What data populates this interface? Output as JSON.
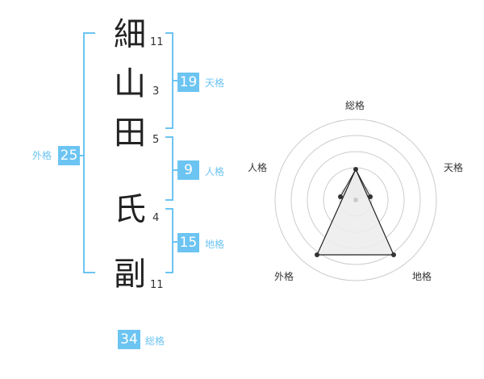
{
  "name": {
    "characters": [
      {
        "char": "細",
        "strokes": "11"
      },
      {
        "char": "山",
        "strokes": "3"
      },
      {
        "char": "田",
        "strokes": "5"
      },
      {
        "char": "氏",
        "strokes": "4"
      },
      {
        "char": "副",
        "strokes": "11"
      }
    ]
  },
  "fortune": {
    "tenkaku": {
      "value": "19",
      "label": "天格"
    },
    "jinkaku": {
      "value": "9",
      "label": "人格"
    },
    "chikaku": {
      "value": "15",
      "label": "地格"
    },
    "gaikaku": {
      "value": "25",
      "label": "外格"
    },
    "soukaku": {
      "value": "34",
      "label": "総格"
    }
  },
  "radar": {
    "labels": {
      "soukaku": "総格",
      "tenkaku": "天格",
      "chikaku": "地格",
      "gaikaku": "外格",
      "jinkaku": "人格"
    }
  },
  "colors": {
    "accent": "#6cc4f2",
    "text": "#222222",
    "radar_fill": "#e6e6e6"
  }
}
